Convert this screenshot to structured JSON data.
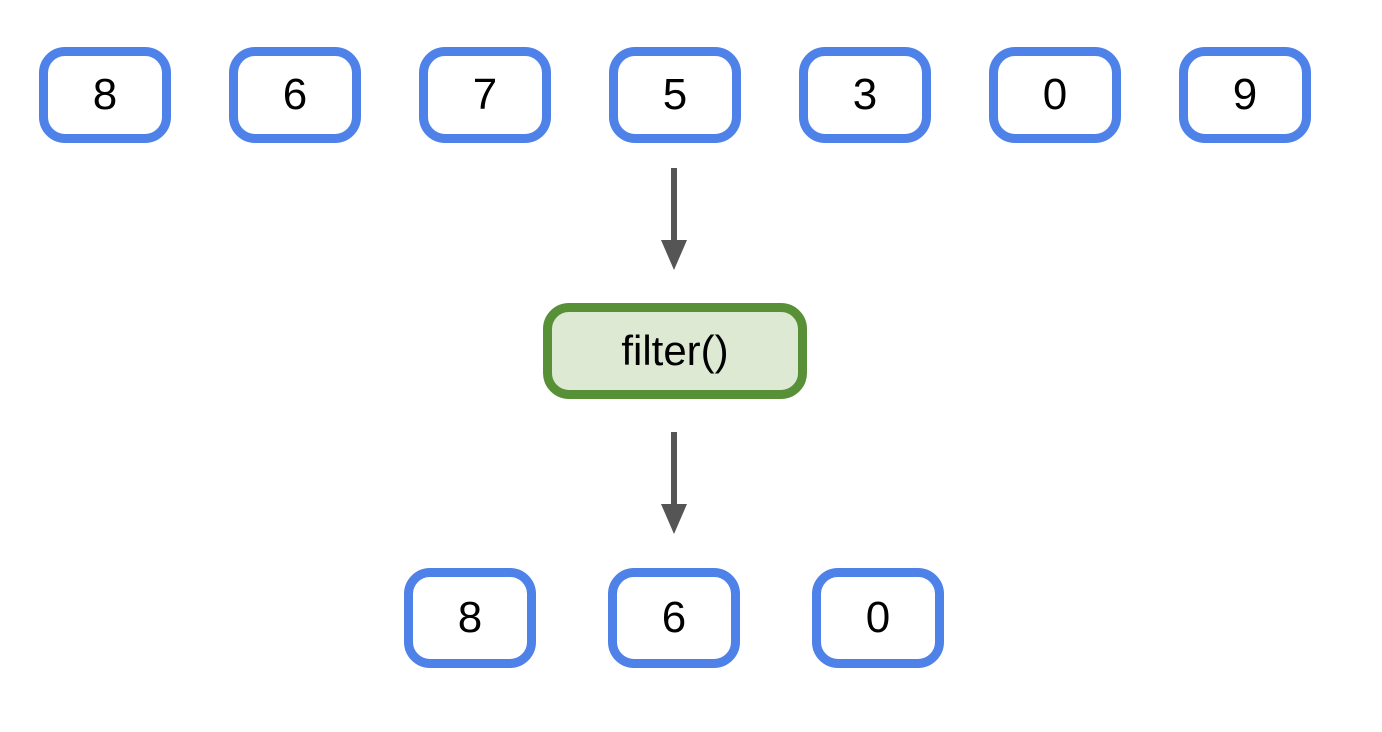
{
  "diagram": {
    "type": "flow",
    "description": "list of numbers passed through filter() producing a smaller list",
    "input_row": [
      "8",
      "6",
      "7",
      "5",
      "3",
      "0",
      "9"
    ],
    "operation_label": "filter()",
    "output_row": [
      "8",
      "6",
      "0"
    ],
    "colors": {
      "background": "#ffffff",
      "box_border": "#4f82e8",
      "box_fill": "#ffffff",
      "operation_border": "#589038",
      "operation_fill": "#dde9d3",
      "arrow": "#555555",
      "text": "#000000"
    }
  }
}
